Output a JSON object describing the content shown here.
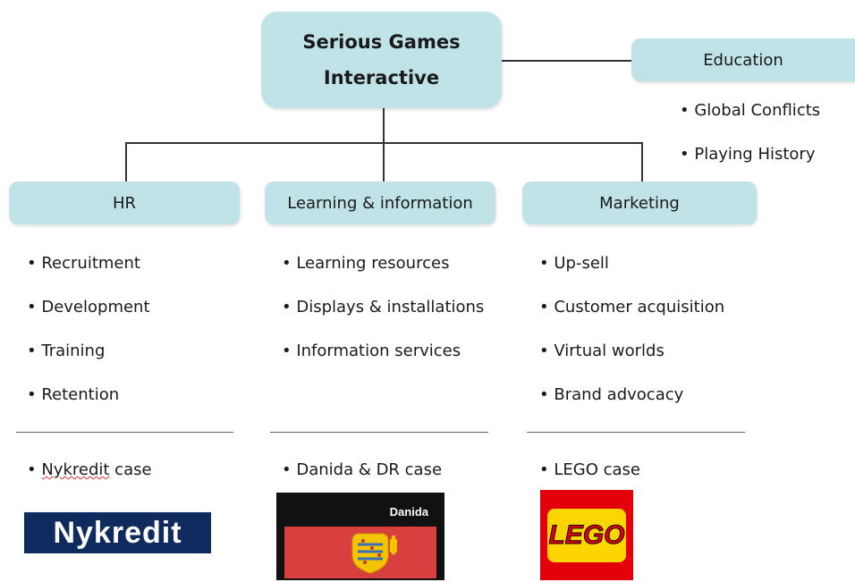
{
  "root": {
    "line1": "Serious Games",
    "line2": "Interactive"
  },
  "education": {
    "title": "Education",
    "items": [
      "Global Conflicts",
      "Playing History"
    ]
  },
  "columns": [
    {
      "title": "HR",
      "items": [
        "Recruitment",
        "Development",
        "Training",
        "Retention"
      ],
      "case": {
        "prefix": "• ",
        "name": "Nykredit",
        "suffix": " case"
      },
      "logo_text": "Nykredit"
    },
    {
      "title": "Learning & information",
      "items": [
        "Learning resources",
        "Displays & installations",
        "Information services"
      ],
      "case": {
        "text": "• Danida & DR case"
      },
      "logo_text": "Danida"
    },
    {
      "title": "Marketing",
      "items": [
        "Up-sell",
        "Customer acquisition",
        "Virtual worlds",
        "Brand advocacy"
      ],
      "case": {
        "text": "• LEGO case"
      },
      "logo_text": "LEGO"
    }
  ],
  "colors": {
    "box_fill": "#bfe3e6",
    "connector": "#333333",
    "nykredit_blue": "#0f2a5e",
    "lego_red": "#e3000b",
    "lego_yellow": "#ffd500",
    "danida_red": "#d8403f"
  }
}
